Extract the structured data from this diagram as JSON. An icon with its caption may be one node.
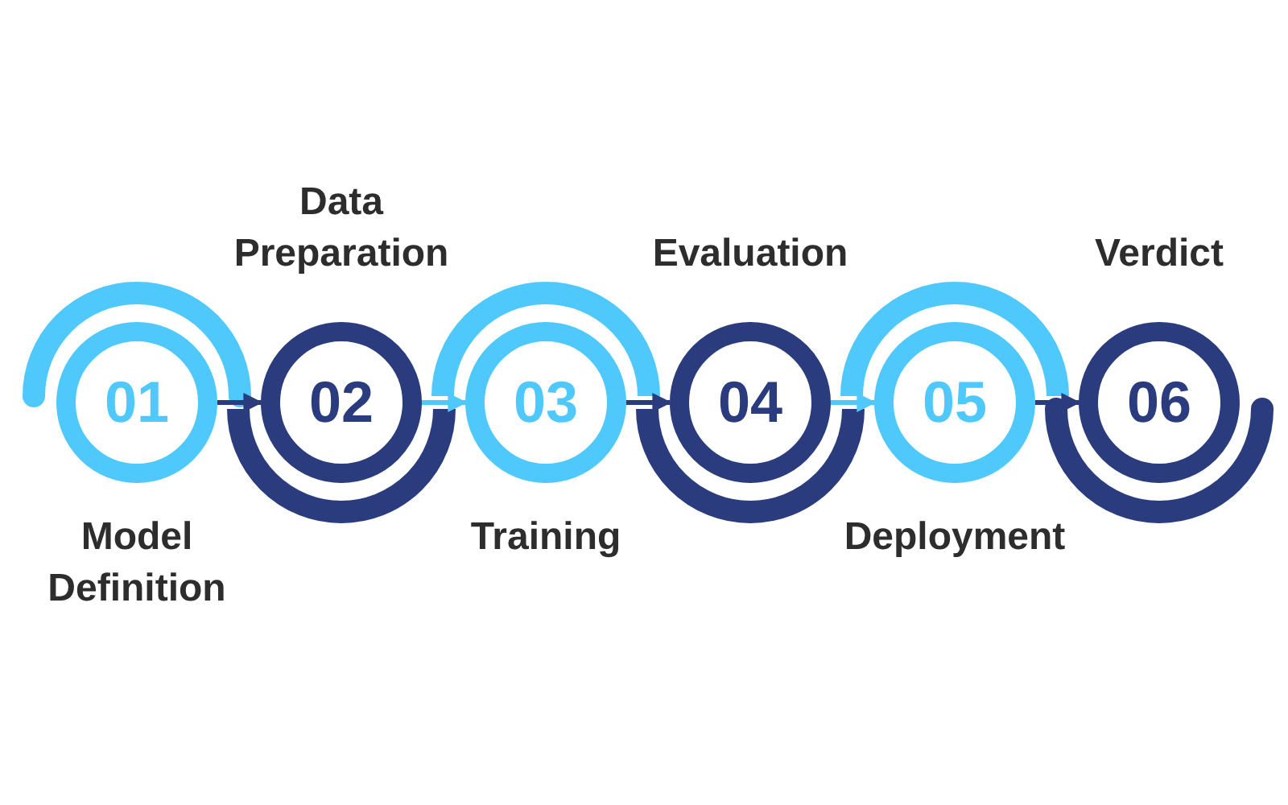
{
  "diagram": {
    "nodes": [
      {
        "text": [
          "01"
        ],
        "beside": [
          "Model Definition"
        ]
      },
      {
        "text": [
          "02"
        ],
        "beside": [
          "Data Preparation"
        ]
      },
      {
        "text": [
          "03"
        ],
        "beside": [
          "Training"
        ]
      },
      {
        "text": [
          "04"
        ],
        "beside": [
          "Evaluation"
        ]
      },
      {
        "text": [
          "05"
        ],
        "beside": [
          "Deployment"
        ]
      },
      {
        "text": [
          "06"
        ],
        "beside": [
          "Verdict"
        ]
      }
    ],
    "edges": [
      {
        "from": 0,
        "to": 1,
        "arrow": "to"
      },
      {
        "from": 1,
        "to": 2,
        "arrow": "to",
        "color": "#4fc8fc"
      },
      {
        "from": 2,
        "to": 3,
        "arrow": "to"
      },
      {
        "from": 3,
        "to": 4,
        "arrow": "to",
        "color": "#4fc8fc"
      },
      {
        "from": 4,
        "to": 5,
        "arrow": "to"
      }
    ]
  }
}
